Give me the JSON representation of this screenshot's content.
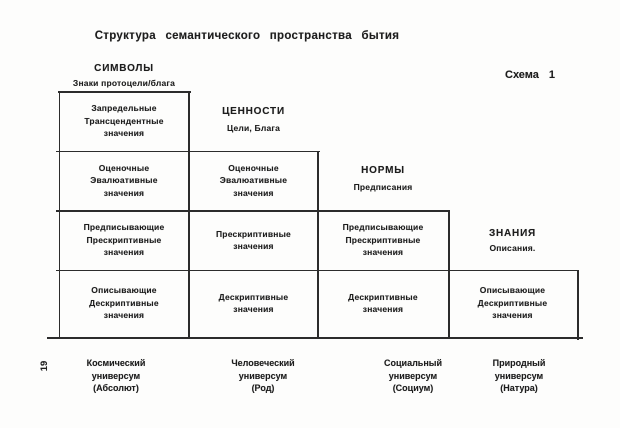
{
  "diagram": {
    "title": "Структура семантического пространства бытия",
    "schema_label": "Схема 1",
    "page_number": "19",
    "ink_color": "#1d1d1d",
    "line_color": "#2c2c2c",
    "columns": [
      {
        "header": "СИМВОЛЫ",
        "subheader": "Знаки протоцели/блага",
        "cells": [
          "Запредельные\nТрансцендентные\nзначения",
          "Оценочные\nЭвалюативные\nзначения",
          "Предписывающие\nПрескриптивные\nзначения",
          "Описывающие\nДескриптивные\nзначения"
        ],
        "universe": "Космический\nуниверсум\n(Абсолют)"
      },
      {
        "header": "ЦЕННОСТИ",
        "subheader": "Цели, Блага",
        "cells": [
          "Оценочные\nЭвалюативные\nзначения",
          "Прескриптивные\nзначения",
          "Дескриптивные\nзначения"
        ],
        "universe": "Человеческий\nуниверсум\n(Род)"
      },
      {
        "header": "НОРМЫ",
        "subheader": "Предписания",
        "cells": [
          "Предписывающие\nПрескриптивные\nзначения",
          "Дескриптивные\nзначения"
        ],
        "universe": "Социальный\nуниверсум\n(Социум)"
      },
      {
        "header": "ЗНАНИЯ",
        "subheader": "Описания.",
        "cells": [
          "Описывающие\nДескриптивные\nзначения"
        ],
        "universe": "Природный\nуниверсум\n(Натура)"
      }
    ]
  }
}
